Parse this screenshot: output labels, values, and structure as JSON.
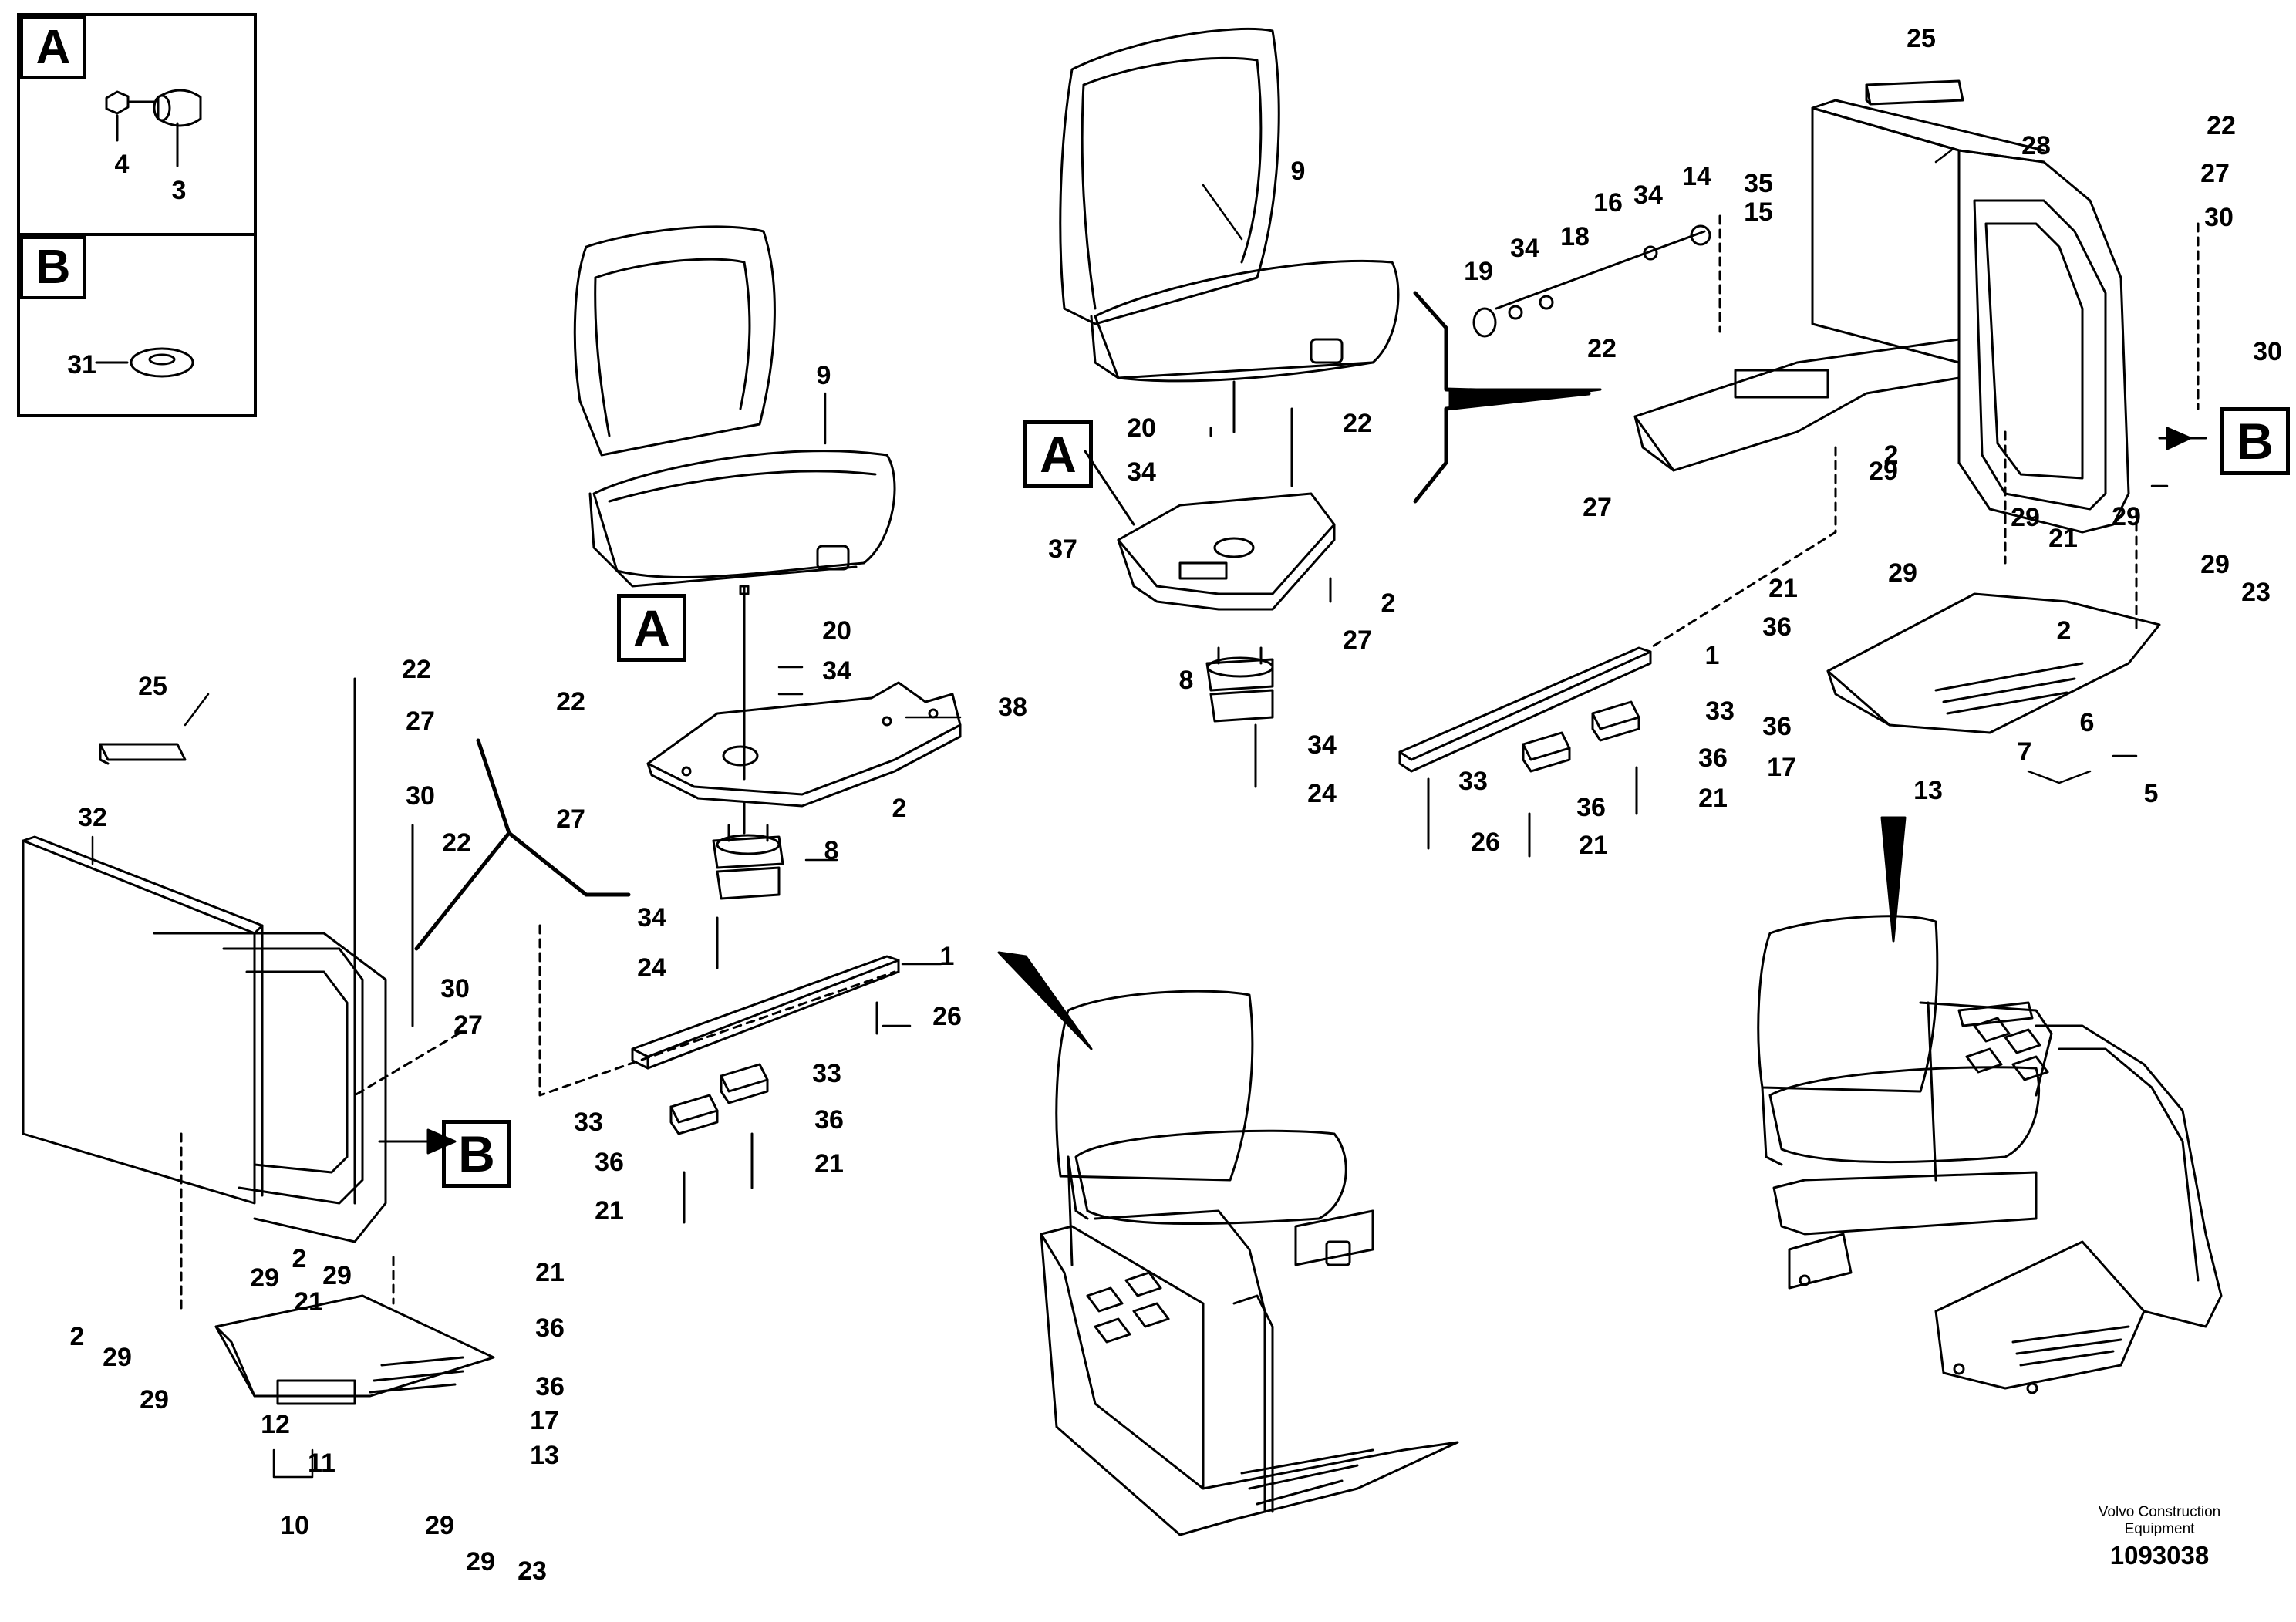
{
  "legend": {
    "a": {
      "letter": "A",
      "parts": [
        "4",
        "3"
      ]
    },
    "b": {
      "letter": "B",
      "parts": [
        "31"
      ]
    }
  },
  "callouts": [
    "A",
    "B",
    "A",
    "B"
  ],
  "part_labels": [
    "1",
    "2",
    "5",
    "6",
    "7",
    "8",
    "9",
    "10",
    "11",
    "12",
    "13",
    "14",
    "15",
    "16",
    "17",
    "18",
    "19",
    "20",
    "21",
    "22",
    "23",
    "24",
    "25",
    "26",
    "27",
    "28",
    "29",
    "30",
    "32",
    "33",
    "34",
    "35",
    "36",
    "37",
    "38"
  ],
  "labels": [
    {
      "id": "l9a",
      "text": "9"
    },
    {
      "id": "l20a",
      "text": "20"
    },
    {
      "id": "l34a",
      "text": "34"
    },
    {
      "id": "l22a",
      "text": "22"
    },
    {
      "id": "l38",
      "text": "38"
    },
    {
      "id": "l27a",
      "text": "27"
    },
    {
      "id": "l2a",
      "text": "2"
    },
    {
      "id": "l8a",
      "text": "8"
    },
    {
      "id": "l34b",
      "text": "34"
    },
    {
      "id": "l24a",
      "text": "24"
    },
    {
      "id": "l1a",
      "text": "1"
    },
    {
      "id": "l26a",
      "text": "26"
    },
    {
      "id": "l33a",
      "text": "33"
    },
    {
      "id": "l33b",
      "text": "33"
    },
    {
      "id": "l36a",
      "text": "36"
    },
    {
      "id": "l36b",
      "text": "36"
    },
    {
      "id": "l21a",
      "text": "21"
    },
    {
      "id": "l21b",
      "text": "21"
    },
    {
      "id": "l25a",
      "text": "25"
    },
    {
      "id": "l32",
      "text": "32"
    },
    {
      "id": "l22b",
      "text": "22"
    },
    {
      "id": "l27b",
      "text": "27"
    },
    {
      "id": "l30a",
      "text": "30"
    },
    {
      "id": "l22c",
      "text": "22"
    },
    {
      "id": "l30b",
      "text": "30"
    },
    {
      "id": "l27c",
      "text": "27"
    },
    {
      "id": "l2b",
      "text": "2"
    },
    {
      "id": "l29a",
      "text": "29"
    },
    {
      "id": "l2c",
      "text": "2"
    },
    {
      "id": "l29b",
      "text": "29"
    },
    {
      "id": "l29c",
      "text": "29"
    },
    {
      "id": "l29d",
      "text": "29"
    },
    {
      "id": "l21c",
      "text": "21"
    },
    {
      "id": "l21d",
      "text": "21"
    },
    {
      "id": "l36c",
      "text": "36"
    },
    {
      "id": "l36d",
      "text": "36"
    },
    {
      "id": "l17a",
      "text": "17"
    },
    {
      "id": "l13a",
      "text": "13"
    },
    {
      "id": "l12",
      "text": "12"
    },
    {
      "id": "l11",
      "text": "11"
    },
    {
      "id": "l10",
      "text": "10"
    },
    {
      "id": "l29e",
      "text": "29"
    },
    {
      "id": "l29f",
      "text": "29"
    },
    {
      "id": "l23a",
      "text": "23"
    },
    {
      "id": "l9b",
      "text": "9"
    },
    {
      "id": "l20b",
      "text": "20"
    },
    {
      "id": "l34c",
      "text": "34"
    },
    {
      "id": "l22d",
      "text": "22"
    },
    {
      "id": "l37",
      "text": "37"
    },
    {
      "id": "l2d",
      "text": "2"
    },
    {
      "id": "l27d",
      "text": "27"
    },
    {
      "id": "l8b",
      "text": "8"
    },
    {
      "id": "l34d",
      "text": "34"
    },
    {
      "id": "l24b",
      "text": "24"
    },
    {
      "id": "l19",
      "text": "19"
    },
    {
      "id": "l34e",
      "text": "34"
    },
    {
      "id": "l18",
      "text": "18"
    },
    {
      "id": "l16",
      "text": "16"
    },
    {
      "id": "l34f",
      "text": "34"
    },
    {
      "id": "l14",
      "text": "14"
    },
    {
      "id": "l35",
      "text": "35"
    },
    {
      "id": "l15",
      "text": "15"
    },
    {
      "id": "l25b",
      "text": "25"
    },
    {
      "id": "l28",
      "text": "28"
    },
    {
      "id": "l22e",
      "text": "22"
    },
    {
      "id": "l27e",
      "text": "27"
    },
    {
      "id": "l30c",
      "text": "30"
    },
    {
      "id": "l30d",
      "text": "30"
    },
    {
      "id": "l22f",
      "text": "22"
    },
    {
      "id": "l27f",
      "text": "27"
    },
    {
      "id": "l2e",
      "text": "2"
    },
    {
      "id": "l29g",
      "text": "29"
    },
    {
      "id": "l29h",
      "text": "29"
    },
    {
      "id": "l29i",
      "text": "29"
    },
    {
      "id": "l21e",
      "text": "21"
    },
    {
      "id": "l29j",
      "text": "29"
    },
    {
      "id": "l2f",
      "text": "2"
    },
    {
      "id": "l29k",
      "text": "29"
    },
    {
      "id": "l23b",
      "text": "23"
    },
    {
      "id": "l21f",
      "text": "21"
    },
    {
      "id": "l36e",
      "text": "36"
    },
    {
      "id": "l36f",
      "text": "36"
    },
    {
      "id": "l17b",
      "text": "17"
    },
    {
      "id": "l13b",
      "text": "13"
    },
    {
      "id": "l6",
      "text": "6"
    },
    {
      "id": "l7",
      "text": "7"
    },
    {
      "id": "l5",
      "text": "5"
    },
    {
      "id": "l1b",
      "text": "1"
    },
    {
      "id": "l33c",
      "text": "33"
    },
    {
      "id": "l33d",
      "text": "33"
    },
    {
      "id": "l36g",
      "text": "36"
    },
    {
      "id": "l36h",
      "text": "36"
    },
    {
      "id": "l21g",
      "text": "21"
    },
    {
      "id": "l21h",
      "text": "21"
    },
    {
      "id": "l26b",
      "text": "26"
    }
  ],
  "footer": {
    "company_line1": "Volvo Construction",
    "company_line2": "Equipment",
    "drawing_number": "1093038"
  }
}
